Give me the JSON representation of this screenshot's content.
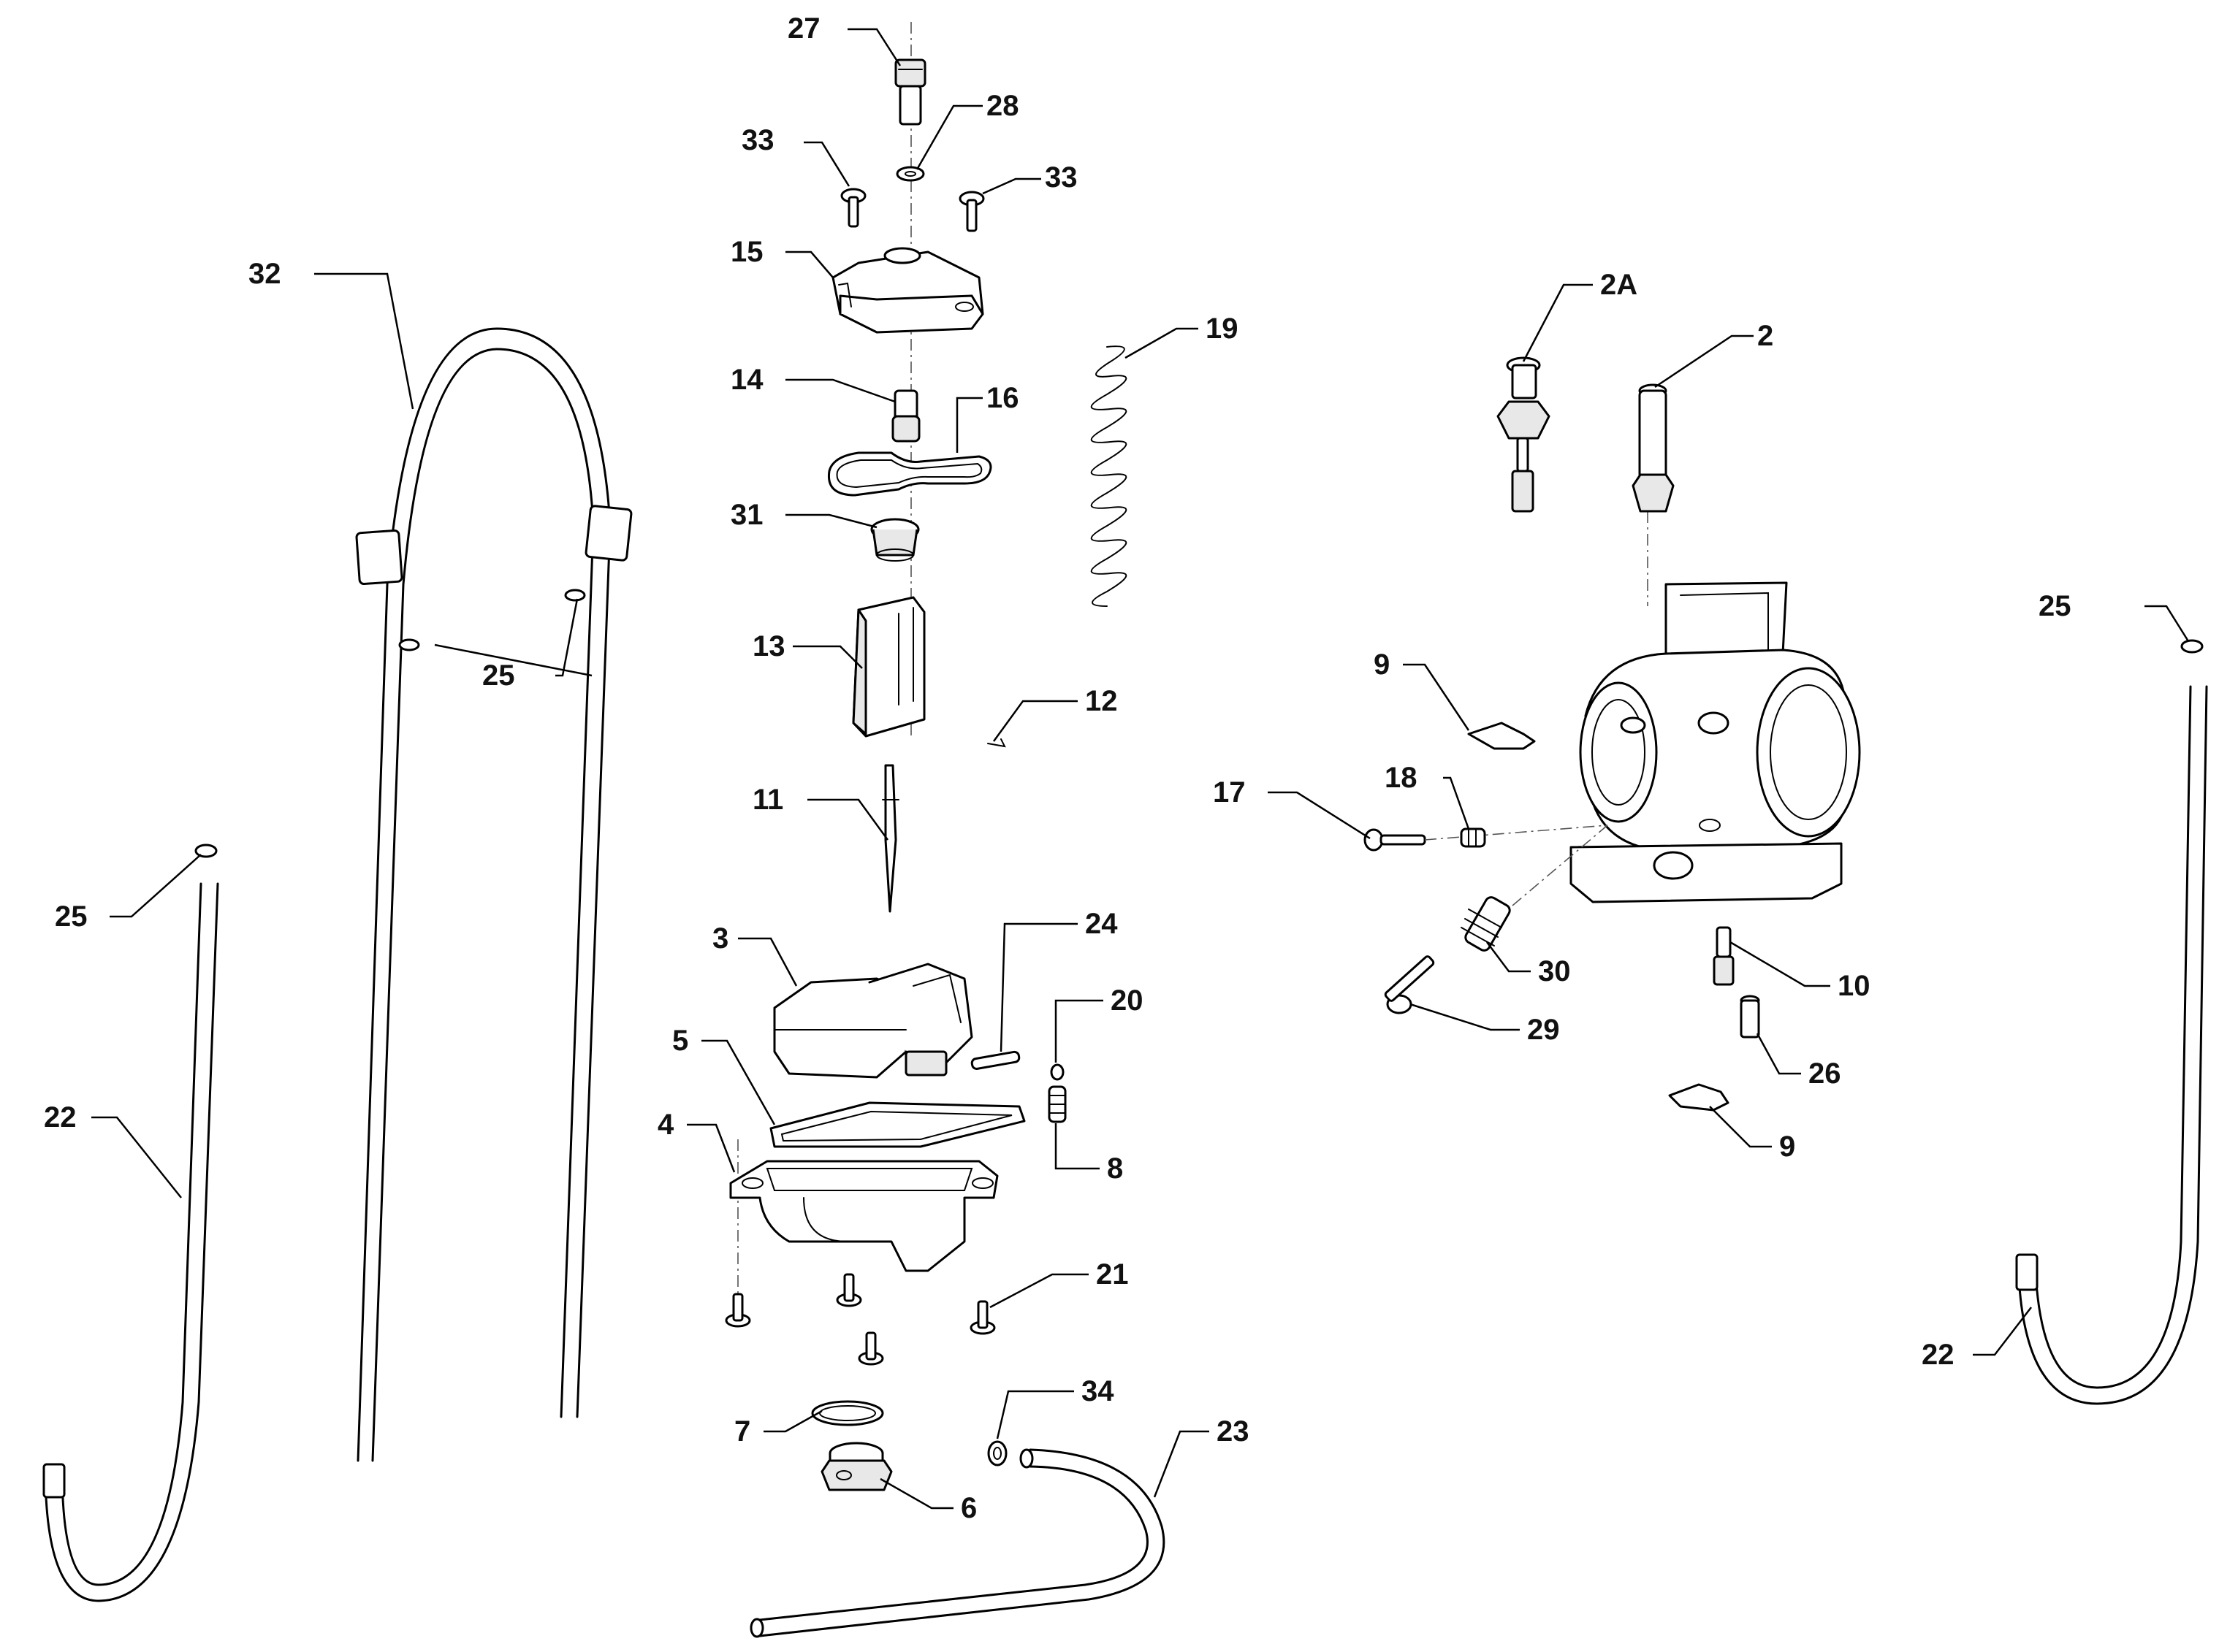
{
  "diagram": {
    "callouts": [
      {
        "id": "c27",
        "text": "27"
      },
      {
        "id": "c28",
        "text": "28"
      },
      {
        "id": "c33a",
        "text": "33"
      },
      {
        "id": "c33b",
        "text": "33"
      },
      {
        "id": "c15",
        "text": "15"
      },
      {
        "id": "c32",
        "text": "32"
      },
      {
        "id": "c19",
        "text": "19"
      },
      {
        "id": "c2A",
        "text": "2A"
      },
      {
        "id": "c2",
        "text": "2"
      },
      {
        "id": "c14",
        "text": "14"
      },
      {
        "id": "c16",
        "text": "16"
      },
      {
        "id": "c31",
        "text": "31"
      },
      {
        "id": "c25a",
        "text": "25"
      },
      {
        "id": "c25b",
        "text": "25"
      },
      {
        "id": "c13",
        "text": "13"
      },
      {
        "id": "c9a",
        "text": "9"
      },
      {
        "id": "c12",
        "text": "12"
      },
      {
        "id": "c17",
        "text": "17"
      },
      {
        "id": "c18",
        "text": "18"
      },
      {
        "id": "c11",
        "text": "11"
      },
      {
        "id": "c25c",
        "text": "25"
      },
      {
        "id": "c3",
        "text": "3"
      },
      {
        "id": "c24",
        "text": "24"
      },
      {
        "id": "c30",
        "text": "30"
      },
      {
        "id": "c10",
        "text": "10"
      },
      {
        "id": "c20",
        "text": "20"
      },
      {
        "id": "c5",
        "text": "5"
      },
      {
        "id": "c29",
        "text": "29"
      },
      {
        "id": "c26",
        "text": "26"
      },
      {
        "id": "c22a",
        "text": "22"
      },
      {
        "id": "c4",
        "text": "4"
      },
      {
        "id": "c9b",
        "text": "9"
      },
      {
        "id": "c8",
        "text": "8"
      },
      {
        "id": "c21",
        "text": "21"
      },
      {
        "id": "c34",
        "text": "34"
      },
      {
        "id": "c22b",
        "text": "22"
      },
      {
        "id": "c7",
        "text": "7"
      },
      {
        "id": "c23",
        "text": "23"
      },
      {
        "id": "c6",
        "text": "6"
      },
      {
        "id": "c25d",
        "text": "25"
      }
    ]
  }
}
